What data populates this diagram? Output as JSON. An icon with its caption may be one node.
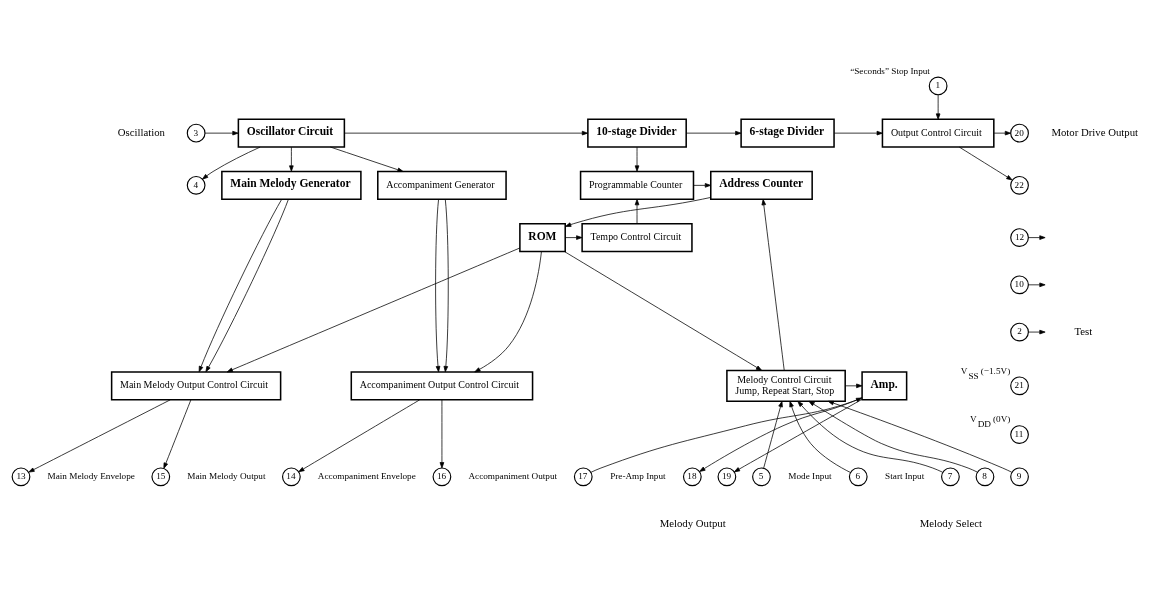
{
  "diagram": {
    "nodes": [
      {
        "text": [
          "1"
        ],
        "beside": [
          "“Seconds” Stop Input"
        ]
      },
      {
        "text": [
          "3"
        ]
      },
      {
        "text": [
          "4"
        ]
      },
      {
        "text": [
          "Oscillator Circuit"
        ]
      },
      {
        "text": [
          "10-stage Divider"
        ]
      },
      {
        "text": [
          "6-stage Divider"
        ]
      },
      {
        "text": [
          "Output Control Circuit"
        ]
      },
      {
        "text": [
          "20"
        ]
      },
      {
        "text": [
          "22"
        ]
      },
      {
        "text": [
          "Main Melody Generator"
        ]
      },
      {
        "text": [
          "Accompaniment Generator"
        ]
      },
      {
        "text": [
          "Programmable Counter"
        ]
      },
      {
        "text": [
          "Address Counter"
        ]
      },
      {
        "text": [
          "12"
        ]
      },
      {
        "text": [
          "Tempo Control Circuit"
        ]
      },
      {
        "text": [
          "ROM"
        ]
      },
      {
        "text": [
          "10"
        ]
      },
      {
        "text": [
          "2"
        ]
      },
      {
        "text": [
          "21"
        ],
        "beside": [
          "V$_{SS}$ (−1.5V)"
        ]
      },
      {
        "text": [
          "Main Melody Output Control Circuit"
        ]
      },
      {
        "text": [
          "Accompaniment Output Control Circuit"
        ]
      },
      {
        "text": [
          "Amp."
        ]
      },
      {
        "text": [
          "Melody Control Circuit",
          "Jump, Repeat Start, Stop"
        ]
      },
      {
        "text": [
          "11"
        ],
        "beside": [
          "V$_{DD}$ (0V)"
        ]
      },
      {
        "text": [
          "13"
        ],
        "beside": [
          "Main Melody Envelope"
        ]
      },
      {
        "text": [
          "15"
        ],
        "beside": [
          "Main Melody Output"
        ]
      },
      {
        "text": [
          "14"
        ],
        "beside": [
          "Accompaniment Envelope"
        ]
      },
      {
        "text": [
          "16"
        ],
        "beside": [
          "Accompaniment Output"
        ]
      },
      {
        "text": [
          "17"
        ],
        "beside": [
          "Pre-Amp Input"
        ]
      },
      {
        "text": [
          "18"
        ]
      },
      {
        "text": [
          "19"
        ]
      },
      {
        "text": [
          "5"
        ],
        "beside": [
          "Mode Input"
        ]
      },
      {
        "text": [
          "6"
        ],
        "beside": [
          "Start Input"
        ]
      },
      {
        "text": [
          "7"
        ]
      },
      {
        "text": [
          "8"
        ]
      },
      {
        "text": [
          "9"
        ]
      }
    ],
    "edges": [
      {
        "from": 1,
        "to": 3,
        "arrow": "to"
      },
      {
        "from": 3,
        "to": 2,
        "arrow": "to"
      },
      {
        "from": 0,
        "to": 6,
        "arrow": "to"
      },
      {
        "from": 3,
        "to": 4,
        "arrow": "to"
      },
      {
        "from": 3,
        "to": 9,
        "arrow": "to"
      },
      {
        "from": 3,
        "to": 10,
        "arrow": "to"
      },
      {
        "from": 4,
        "to": 5,
        "arrow": "to"
      },
      {
        "from": 4,
        "to": 11,
        "arrow": "to"
      },
      {
        "from": 5,
        "to": 6,
        "arrow": "to"
      },
      {
        "from": 6,
        "to": 7,
        "arrow": "to"
      },
      {
        "from": 6,
        "to": 8,
        "arrow": "to"
      },
      {
        "from": 11,
        "to": 12,
        "arrow": "to"
      },
      {
        "from": 12,
        "to": 15,
        "arrow": "to"
      },
      {
        "from": 14,
        "to": 11,
        "arrow": "to"
      },
      {
        "from": 22,
        "to": 12,
        "arrow": "to"
      },
      {
        "from": 13,
        "to": null,
        "arrow": "to"
      },
      {
        "from": 16,
        "to": null,
        "arrow": "to"
      },
      {
        "from": 17,
        "to": null,
        "arrow": "to"
      },
      {
        "from": 9,
        "to": 19,
        "arrow": "to"
      },
      {
        "from": 9,
        "to": 19,
        "arrow": "to"
      },
      {
        "from": 10,
        "to": 20,
        "arrow": "to"
      },
      {
        "from": 10,
        "to": 20,
        "arrow": "to"
      },
      {
        "from": 15,
        "to": 19,
        "arrow": "to"
      },
      {
        "from": 15,
        "to": 20,
        "arrow": "to"
      },
      {
        "from": 15,
        "to": 14,
        "arrow": "to"
      },
      {
        "from": 15,
        "to": 22,
        "arrow": "to"
      },
      {
        "from": 19,
        "to": 24,
        "arrow": "to"
      },
      {
        "from": 19,
        "to": 25,
        "arrow": "to"
      },
      {
        "from": 20,
        "to": 26,
        "arrow": "to"
      },
      {
        "from": 20,
        "to": 27,
        "arrow": "to"
      },
      {
        "from": 28,
        "to": 21,
        "arrow": "to"
      },
      {
        "from": 22,
        "to": 21,
        "arrow": "to"
      },
      {
        "from": 21,
        "to": 29,
        "arrow": "to"
      },
      {
        "from": 21,
        "to": 30,
        "arrow": "to"
      },
      {
        "from": 31,
        "to": 22,
        "arrow": "to"
      },
      {
        "from": 32,
        "to": 22,
        "arrow": "to"
      },
      {
        "from": 33,
        "to": 22,
        "arrow": "to"
      },
      {
        "from": 34,
        "to": 22,
        "arrow": "to"
      },
      {
        "from": 35,
        "to": 22,
        "arrow": "to"
      }
    ],
    "labels": [
      "Oscillation",
      "Motor Drive Output",
      "Test",
      "Melody Output",
      "Melody Select"
    ]
  }
}
